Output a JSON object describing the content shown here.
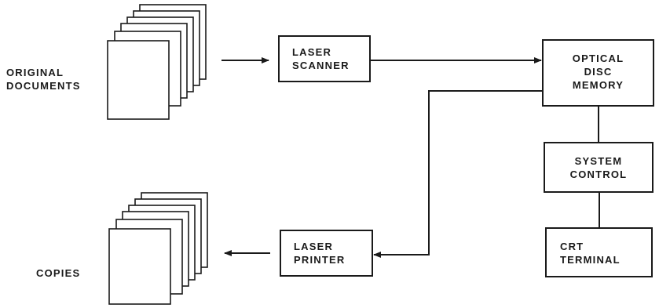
{
  "labels": {
    "original_line1": "ORIGINAL",
    "original_line2": "DOCUMENTS",
    "copies": "COPIES"
  },
  "boxes": {
    "laser_scanner": {
      "line1": "LASER",
      "line2": "SCANNER"
    },
    "optical_disc_memory": {
      "line1": "OPTICAL",
      "line2": "DISC",
      "line3": "MEMORY"
    },
    "system_control": {
      "line1": "SYSTEM",
      "line2": "CONTROL"
    },
    "laser_printer": {
      "line1": "LASER",
      "line2": "PRINTER"
    },
    "crt_terminal": {
      "line1": "CRT",
      "line2": "TERMINAL"
    }
  }
}
